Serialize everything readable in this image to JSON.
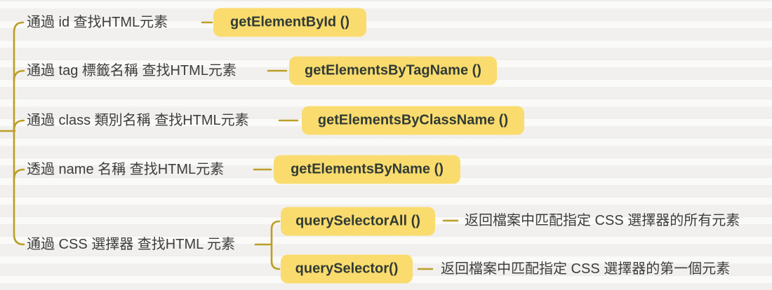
{
  "colors": {
    "background": "#f5f4f2",
    "branch-line": "#bb9e27",
    "node-bg": "#fadc6e",
    "node-text": "#303b35",
    "label-text": "#3d3d3d"
  },
  "mindmap": {
    "branches": [
      {
        "label": "通過 id 查找HTML元素",
        "method": "getElementById ()"
      },
      {
        "label": "通過 tag 標籤名稱 查找HTML元素",
        "method": "getElementsByTagName ()"
      },
      {
        "label": "通過 class 類別名稱 查找HTML元素",
        "method": "getElementsByClassName ()"
      },
      {
        "label": "透過 name 名稱 查找HTML元素",
        "method": "getElementsByName ()"
      },
      {
        "label": "通過 CSS 選擇器 查找HTML 元素",
        "children": [
          {
            "method": "querySelectorAll ()",
            "description": "返回檔案中匹配指定 CSS 選擇器的所有元素"
          },
          {
            "method": "querySelector()",
            "description": "返回檔案中匹配指定 CSS 選擇器的第一個元素"
          }
        ]
      }
    ]
  }
}
